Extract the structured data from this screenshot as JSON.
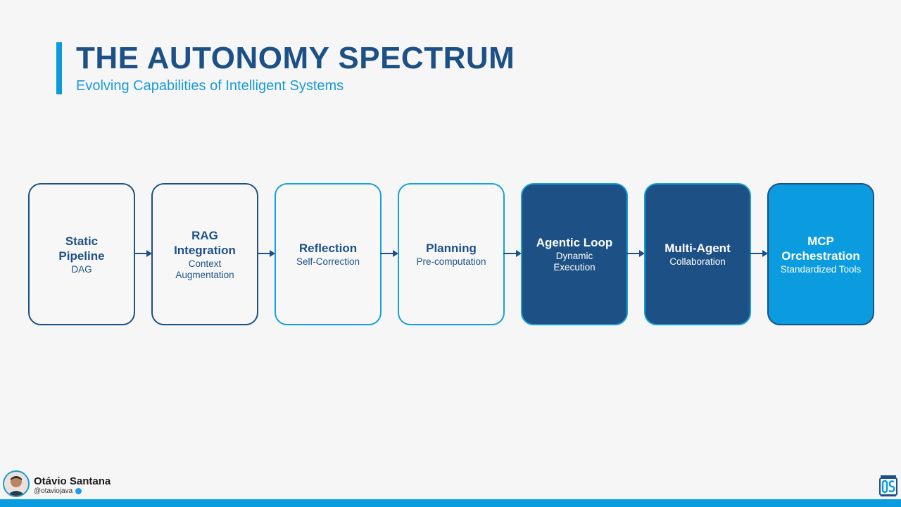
{
  "header": {
    "title": "THE AUTONOMY SPECTRUM",
    "subtitle": "Evolving Capabilities of Intelligent Systems"
  },
  "stages": [
    {
      "name_lines": [
        "Static",
        "Pipeline"
      ],
      "desc_lines": [
        "DAG"
      ]
    },
    {
      "name_lines": [
        "RAG",
        "Integration"
      ],
      "desc_lines": [
        "Context",
        "Augmentation"
      ]
    },
    {
      "name_lines": [
        "Reflection"
      ],
      "desc_lines": [
        "Self-Correction"
      ]
    },
    {
      "name_lines": [
        "Planning"
      ],
      "desc_lines": [
        "Pre-computation"
      ]
    },
    {
      "name_lines": [
        "Agentic Loop"
      ],
      "desc_lines": [
        "Dynamic",
        "Execution"
      ]
    },
    {
      "name_lines": [
        "Multi-Agent"
      ],
      "desc_lines": [
        "Collaboration"
      ]
    },
    {
      "name_lines": [
        "MCP",
        "Orchestration"
      ],
      "desc_lines": [
        "Standardized Tools"
      ]
    }
  ],
  "footer": {
    "author_name": "Otávio Santana",
    "author_handle": "@otaviojava"
  },
  "colors": {
    "primary_dark": "#1d5186",
    "primary_light": "#0a9cdf",
    "background": "#f6f6f6"
  },
  "icons": [
    "avatar",
    "verified-icon",
    "os-logo-icon",
    "arrow-icon"
  ]
}
